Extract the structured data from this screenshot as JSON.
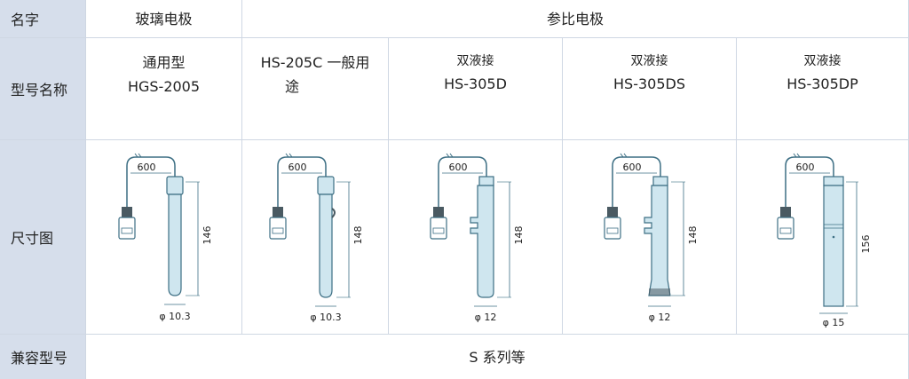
{
  "header_row": {
    "label": "名字",
    "glass": "玻璃电极",
    "reference": "参比电极"
  },
  "model_row": {
    "label": "型号名称",
    "m1": {
      "line1": "通用型",
      "line2": "HGS-2005"
    },
    "m2": {
      "line1": "HS-205C 一般用",
      "line2": "途"
    },
    "m3": {
      "line1": "双液接",
      "line2": "HS-305D"
    },
    "m4": {
      "line1": "双液接",
      "line2": "HS-305DS"
    },
    "m5": {
      "line1": "双液接",
      "line2": "HS-305DP"
    }
  },
  "dimension_row": {
    "label": "尺寸图",
    "d1": {
      "cable": "600",
      "length": "146",
      "diameter": "φ 10.3"
    },
    "d2": {
      "cable": "600",
      "length": "148",
      "diameter": "φ 10.3"
    },
    "d3": {
      "cable": "600",
      "length": "148",
      "diameter": "φ 12"
    },
    "d4": {
      "cable": "600",
      "length": "148",
      "diameter": "φ 12"
    },
    "d5": {
      "cable": "600",
      "length": "156",
      "diameter": "φ 15"
    }
  },
  "compat_row": {
    "label": "兼容型号",
    "value": "S 系列等"
  },
  "colors": {
    "header_bg": "#d6deeb",
    "border": "#cfd7e3",
    "electrode_fill": "#cfe6ef",
    "electrode_stroke": "#3d6f84"
  }
}
